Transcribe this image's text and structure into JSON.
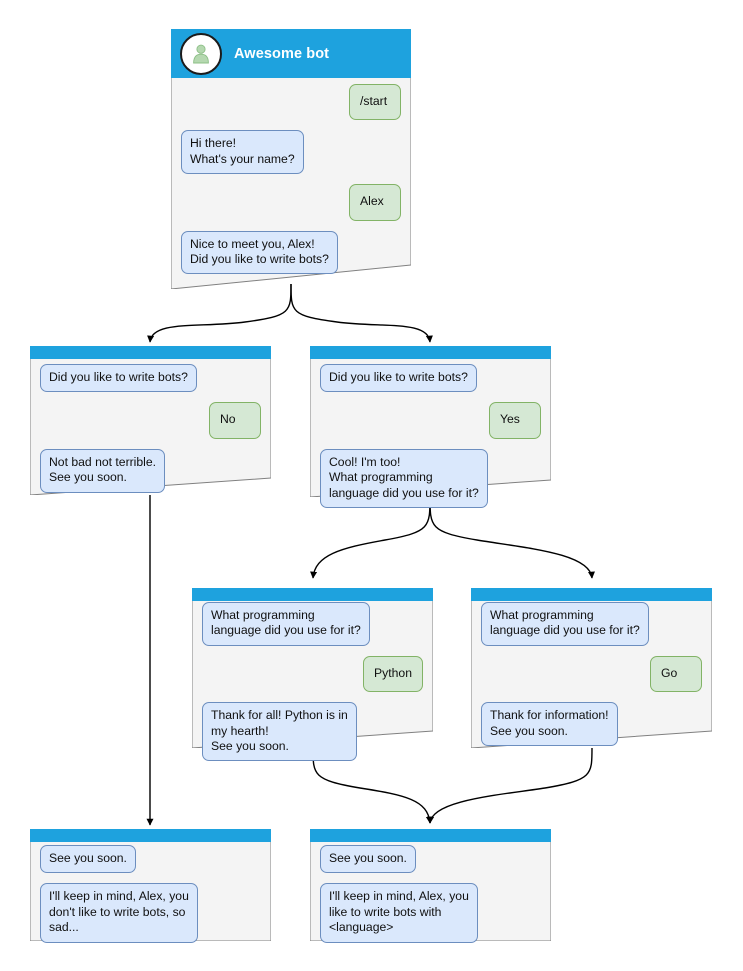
{
  "diagram": {
    "title": "Awesome bot chat flow",
    "type": "flowchart",
    "colors": {
      "header_bar": "#1ea2de",
      "card_body": "#f4f4f4",
      "card_border": "#808080",
      "bot_bubble_fill": "#dae8fc",
      "bot_bubble_border": "#6c8ebf",
      "user_bubble_fill": "#d5e8d4",
      "user_bubble_border": "#82b366",
      "edge": "#000000",
      "avatar_person": "#b5d8b0",
      "title_text": "#ffffff"
    }
  },
  "cards": {
    "root": {
      "id": "card-start",
      "bot_name": "Awesome bot",
      "avatar_icon": "person-avatar-icon",
      "messages": [
        {
          "side": "user",
          "text": "/start"
        },
        {
          "side": "bot",
          "text": "Hi there!\nWhat's your name?"
        },
        {
          "side": "user",
          "text": "Alex"
        },
        {
          "side": "bot",
          "text": "Nice to meet you, Alex!\nDid you like to write bots?"
        }
      ]
    },
    "no_branch": {
      "id": "card-no",
      "messages": [
        {
          "side": "bot",
          "text": "Did you like to write bots?"
        },
        {
          "side": "user",
          "text": "No"
        },
        {
          "side": "bot",
          "text": "Not bad not terrible.\nSee you soon."
        }
      ]
    },
    "yes_branch": {
      "id": "card-yes",
      "messages": [
        {
          "side": "bot",
          "text": "Did you like to write bots?"
        },
        {
          "side": "user",
          "text": "Yes"
        },
        {
          "side": "bot",
          "text": "Cool! I'm too!\nWhat programming\nlanguage did you use for it?"
        }
      ]
    },
    "python_branch": {
      "id": "card-python",
      "messages": [
        {
          "side": "bot",
          "text": "What programming\nlanguage did you use for it?"
        },
        {
          "side": "user",
          "text": "Python"
        },
        {
          "side": "bot",
          "text": "Thank for all! Python is in\nmy hearth!\nSee you soon."
        }
      ]
    },
    "go_branch": {
      "id": "card-go",
      "messages": [
        {
          "side": "bot",
          "text": "What programming\nlanguage did you use for it?"
        },
        {
          "side": "user",
          "text": "Go"
        },
        {
          "side": "bot",
          "text": "Thank for information!\nSee you soon."
        }
      ]
    },
    "end_sad": {
      "id": "card-end-sad",
      "messages": [
        {
          "side": "bot",
          "text": "See you soon."
        },
        {
          "side": "bot",
          "text": "I'll keep in mind, Alex, you\ndon't like to write bots, so\nsad..."
        }
      ]
    },
    "end_happy": {
      "id": "card-end-happy",
      "messages": [
        {
          "side": "bot",
          "text": "See you soon."
        },
        {
          "side": "bot",
          "text": "I'll keep in mind, Alex, you\nlike to write bots with\n<language>"
        }
      ]
    }
  }
}
